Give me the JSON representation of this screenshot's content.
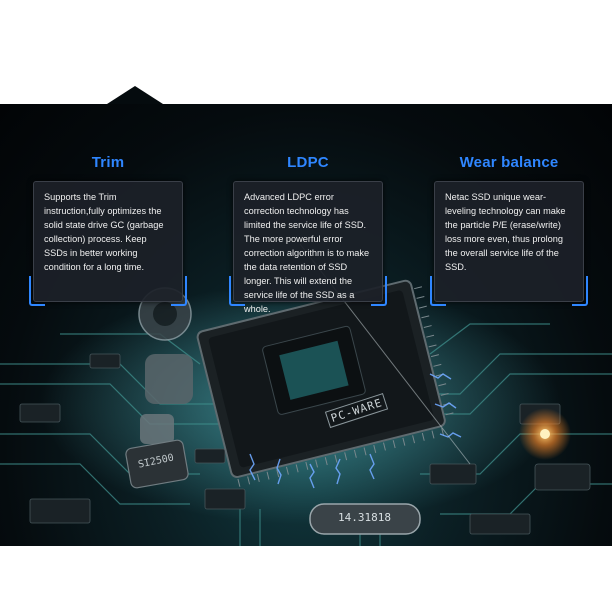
{
  "features": [
    {
      "title": "Trim",
      "text": "Supports the Trim instruction,fully optimizes the solid state drive GC (garbage collection) process. Keep SSDs in better working condition for a long time."
    },
    {
      "title": "LDPC",
      "text": "Advanced LDPC error correction technology has limited the service life of SSD. The more powerful error correction algorithm is to make the data retention of SSD longer. This will extend the service life of the SSD as a whole."
    },
    {
      "title": "Wear balance",
      "text": "Netac SSD unique wear-leveling technology can make the particle P/E (erase/write) loss more even, thus prolong the overall service life of the SSD."
    }
  ],
  "chip_labels": {
    "main": "PC-WARE",
    "crystal": "14.31818",
    "small": "SI2500"
  },
  "colors": {
    "title_blue": "#2f86ff",
    "panel_dark": "#050b0e",
    "glow_blue": "#6fa8ff"
  }
}
